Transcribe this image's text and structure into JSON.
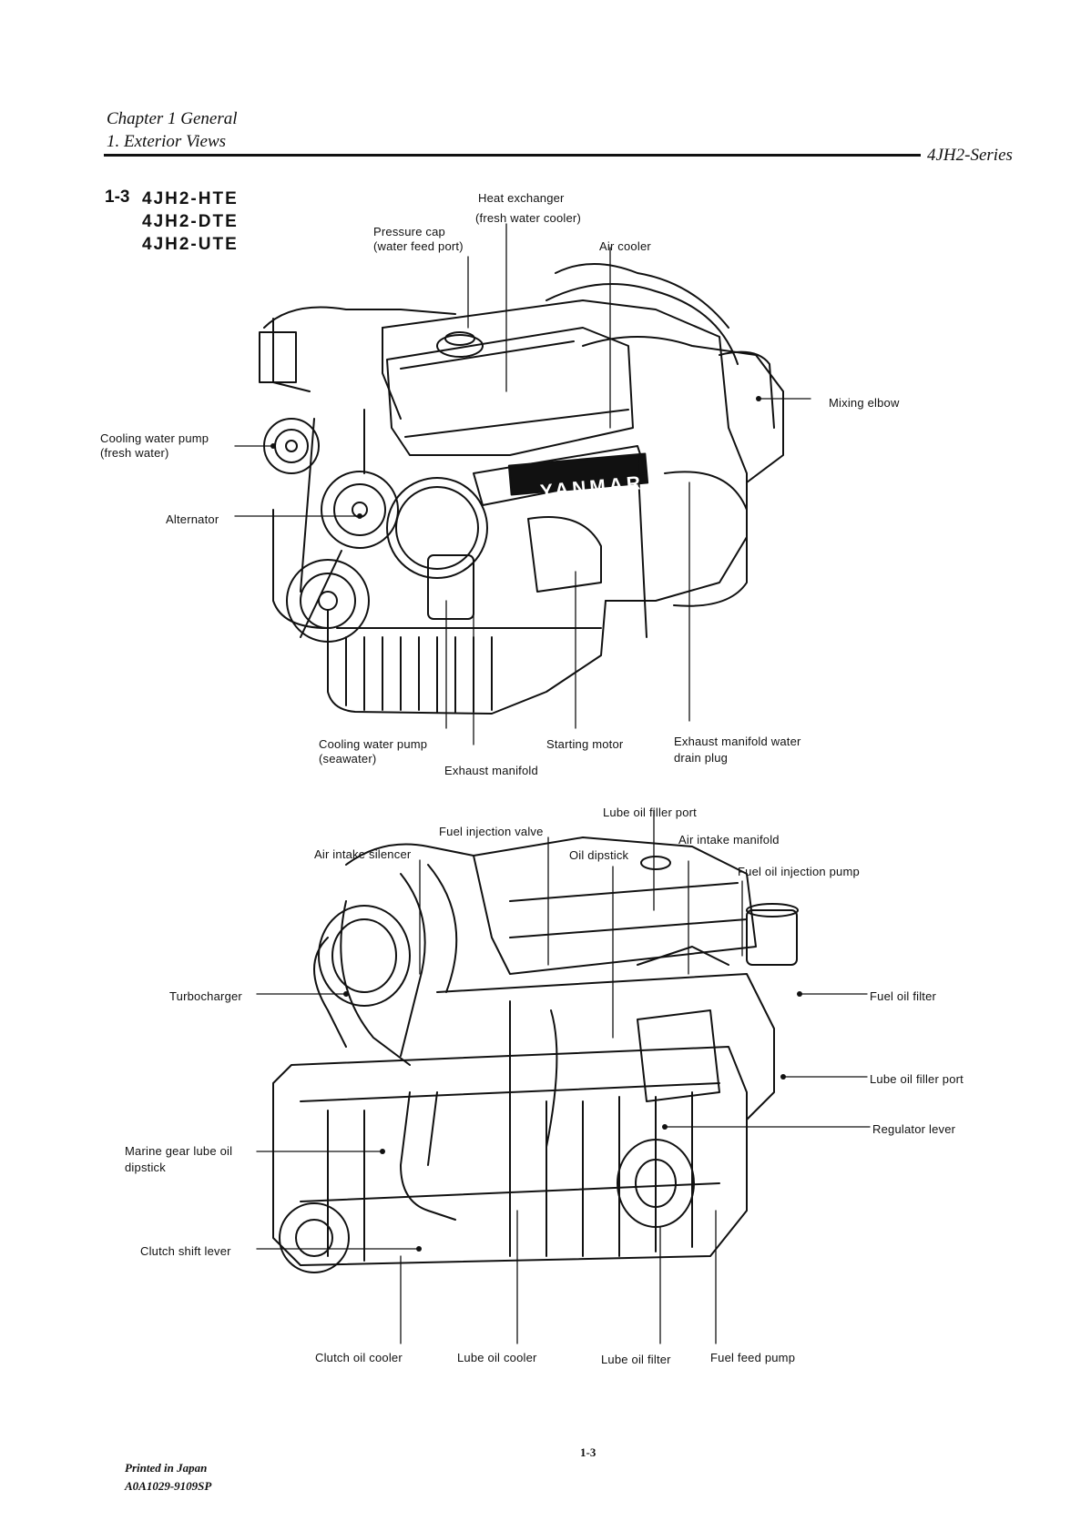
{
  "header": {
    "chapter": "Chapter 1 General",
    "section": "1. Exterior Views",
    "series": "4JH2-Series"
  },
  "models": {
    "number": "1-3",
    "list": [
      "4JH2-HTE",
      "4JH2-DTE",
      "4JH2-UTE"
    ]
  },
  "top_view": {
    "labels": {
      "heat_exchanger_1": "Heat exchanger",
      "heat_exchanger_2": "(fresh water cooler)",
      "pressure_cap_1": "Pressure cap",
      "pressure_cap_2": "(water feed port)",
      "air_cooler": "Air cooler",
      "mixing_elbow": "Mixing elbow",
      "cw_pump_fresh_1": "Cooling water pump",
      "cw_pump_fresh_2": "(fresh water)",
      "alternator": "Alternator",
      "cw_pump_sea_1": "Cooling water pump",
      "cw_pump_sea_2": "(seawater)",
      "exhaust_manifold": "Exhaust manifold",
      "starting_motor": "Starting motor",
      "exh_drain_1": "Exhaust manifold water",
      "exh_drain_2": "drain plug"
    },
    "brand": "YANMAR"
  },
  "bottom_view": {
    "labels": {
      "lube_oil_filler_port_top": "Lube oil filler port",
      "fuel_injection_valve": "Fuel injection valve",
      "air_intake_manifold": "Air intake manifold",
      "air_intake_silencer": "Air intake silencer",
      "oil_dipstick": "Oil dipstick",
      "fuel_oil_injection_pump": "Fuel oil injection pump",
      "turbocharger": "Turbocharger",
      "fuel_oil_filter": "Fuel oil filter",
      "lube_oil_filler_port_right": "Lube oil filler port",
      "regulator_lever": "Regulator lever",
      "marine_gear_1": "Marine gear lube oil",
      "marine_gear_2": "dipstick",
      "clutch_shift_lever": "Clutch shift lever",
      "clutch_oil_cooler": "Clutch oil cooler",
      "lube_oil_cooler": "Lube oil cooler",
      "lube_oil_filter": "Lube oil filter",
      "fuel_feed_pump": "Fuel feed pump"
    }
  },
  "footer": {
    "page_number": "1-3",
    "printed": "Printed in Japan",
    "code": "A0A1029-9109SP"
  }
}
